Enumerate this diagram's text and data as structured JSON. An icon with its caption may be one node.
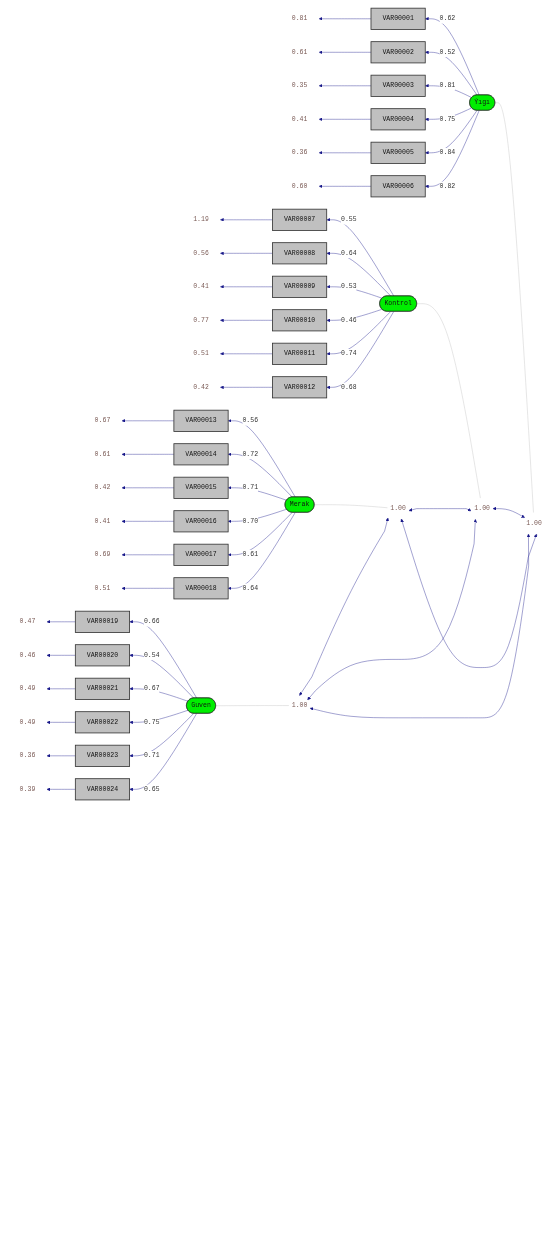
{
  "diagram": {
    "nodes": [
      {
        "text": [
          "VAR00001"
        ]
      },
      {
        "text": [
          "VAR00002"
        ]
      },
      {
        "text": [
          "VAR00003"
        ]
      },
      {
        "text": [
          "VAR00004"
        ]
      },
      {
        "text": [
          "VAR00005"
        ]
      },
      {
        "text": [
          "VAR00006"
        ]
      },
      {
        "text": [
          "VAR00007"
        ]
      },
      {
        "text": [
          "VAR00008"
        ]
      },
      {
        "text": [
          "VAR00009"
        ]
      },
      {
        "text": [
          "VAR00010"
        ]
      },
      {
        "text": [
          "VAR00011"
        ]
      },
      {
        "text": [
          "VAR00012"
        ]
      },
      {
        "text": [
          "VAR00013"
        ]
      },
      {
        "text": [
          "VAR00014"
        ]
      },
      {
        "text": [
          "VAR00015"
        ]
      },
      {
        "text": [
          "VAR00016"
        ]
      },
      {
        "text": [
          "VAR00017"
        ]
      },
      {
        "text": [
          "VAR00018"
        ]
      },
      {
        "text": [
          "VAR00019"
        ]
      },
      {
        "text": [
          "VAR00020"
        ]
      },
      {
        "text": [
          "VAR00021"
        ]
      },
      {
        "text": [
          "VAR00022"
        ]
      },
      {
        "text": [
          "VAR00023"
        ]
      },
      {
        "text": [
          "VAR00024"
        ]
      },
      {
        "text": [
          "0.81"
        ]
      },
      {
        "text": [
          "0.61"
        ]
      },
      {
        "text": [
          "0.35"
        ]
      },
      {
        "text": [
          "0.41"
        ]
      },
      {
        "text": [
          "0.36"
        ]
      },
      {
        "text": [
          "0.60"
        ]
      },
      {
        "text": [
          "1.19"
        ]
      },
      {
        "text": [
          "0.56"
        ]
      },
      {
        "text": [
          "0.41"
        ]
      },
      {
        "text": [
          "0.77"
        ]
      },
      {
        "text": [
          "0.51"
        ]
      },
      {
        "text": [
          "0.42"
        ]
      },
      {
        "text": [
          "0.67"
        ]
      },
      {
        "text": [
          "0.61"
        ]
      },
      {
        "text": [
          "0.42"
        ]
      },
      {
        "text": [
          "0.41"
        ]
      },
      {
        "text": [
          "0.69"
        ]
      },
      {
        "text": [
          "0.51"
        ]
      },
      {
        "text": [
          "0.47"
        ]
      },
      {
        "text": [
          "0.46"
        ]
      },
      {
        "text": [
          "0.49"
        ]
      },
      {
        "text": [
          "0.49"
        ]
      },
      {
        "text": [
          "0.36"
        ]
      },
      {
        "text": [
          "0.39"
        ]
      },
      {
        "text": [
          "Ẏıgı"
        ]
      },
      {
        "text": [
          "Kontrol"
        ]
      },
      {
        "text": [
          "Merak"
        ]
      },
      {
        "text": [
          "Guven"
        ]
      },
      {
        "text": [
          "1.00"
        ]
      },
      {
        "text": [
          "1.00"
        ]
      },
      {
        "text": [
          "1.00"
        ]
      },
      {
        "text": [
          "1.00"
        ]
      }
    ],
    "edges": [
      {
        "from": 48,
        "to": 0,
        "arrow": "to",
        "label": "0.62"
      },
      {
        "from": 48,
        "to": 1,
        "arrow": "to",
        "label": "0.52"
      },
      {
        "from": 48,
        "to": 2,
        "arrow": "to",
        "label": "0.81"
      },
      {
        "from": 48,
        "to": 3,
        "arrow": "to",
        "label": "0.75"
      },
      {
        "from": 48,
        "to": 4,
        "arrow": "to",
        "label": "0.84"
      },
      {
        "from": 48,
        "to": 5,
        "arrow": "to",
        "label": "0.82"
      },
      {
        "from": 49,
        "to": 6,
        "arrow": "to",
        "label": "0.55"
      },
      {
        "from": 49,
        "to": 7,
        "arrow": "to",
        "label": "0.64"
      },
      {
        "from": 49,
        "to": 8,
        "arrow": "to",
        "label": "0.53"
      },
      {
        "from": 49,
        "to": 9,
        "arrow": "to",
        "label": "0.46"
      },
      {
        "from": 49,
        "to": 10,
        "arrow": "to",
        "label": "0.74"
      },
      {
        "from": 49,
        "to": 11,
        "arrow": "to",
        "label": "0.68"
      },
      {
        "from": 50,
        "to": 12,
        "arrow": "to",
        "label": "0.56"
      },
      {
        "from": 50,
        "to": 13,
        "arrow": "to",
        "label": "0.72"
      },
      {
        "from": 50,
        "to": 14,
        "arrow": "to",
        "label": "0.71"
      },
      {
        "from": 50,
        "to": 15,
        "arrow": "to",
        "label": "0.70"
      },
      {
        "from": 50,
        "to": 16,
        "arrow": "to",
        "label": "0.61"
      },
      {
        "from": 50,
        "to": 17,
        "arrow": "to",
        "label": "0.64"
      },
      {
        "from": 51,
        "to": 18,
        "arrow": "to",
        "label": "0.66"
      },
      {
        "from": 51,
        "to": 19,
        "arrow": "to",
        "label": "0.54"
      },
      {
        "from": 51,
        "to": 20,
        "arrow": "to",
        "label": "0.67"
      },
      {
        "from": 51,
        "to": 21,
        "arrow": "to",
        "label": "0.75"
      },
      {
        "from": 51,
        "to": 22,
        "arrow": "to",
        "label": "0.71"
      },
      {
        "from": 51,
        "to": 23,
        "arrow": "to",
        "label": "0.65"
      },
      {
        "from": 0,
        "to": 24,
        "arrow": "to"
      },
      {
        "from": 1,
        "to": 25,
        "arrow": "to"
      },
      {
        "from": 2,
        "to": 26,
        "arrow": "to"
      },
      {
        "from": 3,
        "to": 27,
        "arrow": "to"
      },
      {
        "from": 4,
        "to": 28,
        "arrow": "to"
      },
      {
        "from": 5,
        "to": 29,
        "arrow": "to"
      },
      {
        "from": 6,
        "to": 30,
        "arrow": "to"
      },
      {
        "from": 7,
        "to": 31,
        "arrow": "to"
      },
      {
        "from": 8,
        "to": 32,
        "arrow": "to"
      },
      {
        "from": 9,
        "to": 33,
        "arrow": "to"
      },
      {
        "from": 10,
        "to": 34,
        "arrow": "to"
      },
      {
        "from": 11,
        "to": 35,
        "arrow": "to"
      },
      {
        "from": 12,
        "to": 36,
        "arrow": "to"
      },
      {
        "from": 13,
        "to": 37,
        "arrow": "to"
      },
      {
        "from": 14,
        "to": 38,
        "arrow": "to"
      },
      {
        "from": 15,
        "to": 39,
        "arrow": "to"
      },
      {
        "from": 16,
        "to": 40,
        "arrow": "to"
      },
      {
        "from": 17,
        "to": 41,
        "arrow": "to"
      },
      {
        "from": 18,
        "to": 42,
        "arrow": "to"
      },
      {
        "from": 19,
        "to": 43,
        "arrow": "to"
      },
      {
        "from": 20,
        "to": 44,
        "arrow": "to"
      },
      {
        "from": 21,
        "to": 45,
        "arrow": "to"
      },
      {
        "from": 22,
        "to": 46,
        "arrow": "to"
      },
      {
        "from": 23,
        "to": 47,
        "arrow": "to"
      },
      {
        "from": 52,
        "to": 48,
        "arrow": "none",
        "color": "#c0c0c0"
      },
      {
        "from": 53,
        "to": 49,
        "arrow": "none",
        "color": "#c0c0c0"
      },
      {
        "from": 54,
        "to": 50,
        "arrow": "none",
        "color": "#c0c0c0"
      },
      {
        "from": 55,
        "to": 51,
        "arrow": "none",
        "color": "#c0c0c0"
      },
      {
        "from": 52,
        "to": 53,
        "arrow": "both"
      },
      {
        "from": 52,
        "to": 54,
        "arrow": "both"
      },
      {
        "from": 52,
        "to": 55,
        "arrow": "both"
      },
      {
        "from": 53,
        "to": 54,
        "arrow": "both"
      },
      {
        "from": 53,
        "to": 55,
        "arrow": "both"
      },
      {
        "from": 54,
        "to": 55,
        "arrow": "both"
      }
    ]
  }
}
